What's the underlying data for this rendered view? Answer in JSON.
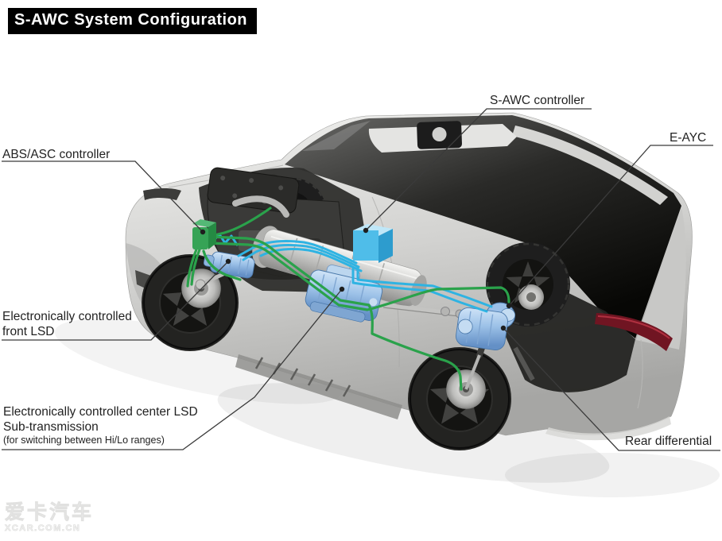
{
  "title": "S-AWC System Configuration",
  "labels": {
    "abs_controller": "ABS/ASC controller",
    "sawc_controller": "S-AWC controller",
    "eayc": "E-AYC",
    "front_lsd": [
      "Electronically controlled",
      "front LSD"
    ],
    "center_lsd": [
      "Electronically controlled center LSD",
      "Sub-transmission",
      "(for switching between Hi/Lo ranges)"
    ],
    "rear_diff": "Rear differential"
  },
  "watermark": {
    "cn": "爱卡汽车",
    "site": "XCAR.COM.CN"
  },
  "colors": {
    "wire_green": "#2aa24b",
    "wire_cyan": "#2fb3e2",
    "box_green": "#36a356",
    "box_blue": "#4fbde9",
    "component_blue": "#a9cbec",
    "title_bg": "#000000",
    "title_fg": "#ffffff"
  }
}
